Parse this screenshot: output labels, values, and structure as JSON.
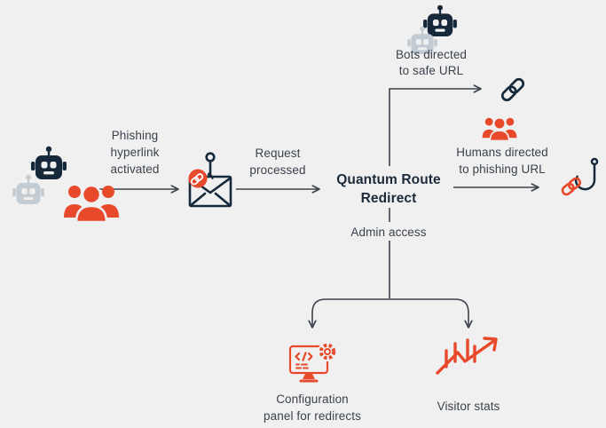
{
  "colors": {
    "background": "#f0f0f1",
    "navy": "#16293a",
    "orange": "#e9492b",
    "gray_muted": "#c4ccd3",
    "text": "#3a424c",
    "title_text": "#1c2b3a",
    "line": "#3c434b"
  },
  "icons": {
    "bot-icon": "🤖 robot head (navy)",
    "bot-muted-icon": "🤖 robot head (gray)",
    "users-icon": "👥 group of people (orange)",
    "envelope-hook-icon": "✉️ envelope with fishing hook and link badge",
    "link-icon": "🔗 chain link (navy)",
    "fishhook-icon": "🪝 fishing hook with orange chain link",
    "config-panel-icon": "🖥️ monitor with code and gear (orange)",
    "stats-chart-icon": "📈 zigzag trend arrow with bars (orange)"
  },
  "diagram": {
    "edge_phishing": {
      "label": "Phishing\nhyperlink\nactivated"
    },
    "edge_request": {
      "label": "Request\nprocessed"
    },
    "node_router": {
      "title": "Quantum Route\nRedirect"
    },
    "branch_bots": {
      "label": "Bots directed\nto safe URL"
    },
    "branch_humans": {
      "label": "Humans directed\nto phishing URL"
    },
    "edge_admin": {
      "label": "Admin access"
    },
    "node_config": {
      "label": "Configuration\npanel for redirects"
    },
    "node_stats": {
      "label": "Visitor stats"
    }
  }
}
